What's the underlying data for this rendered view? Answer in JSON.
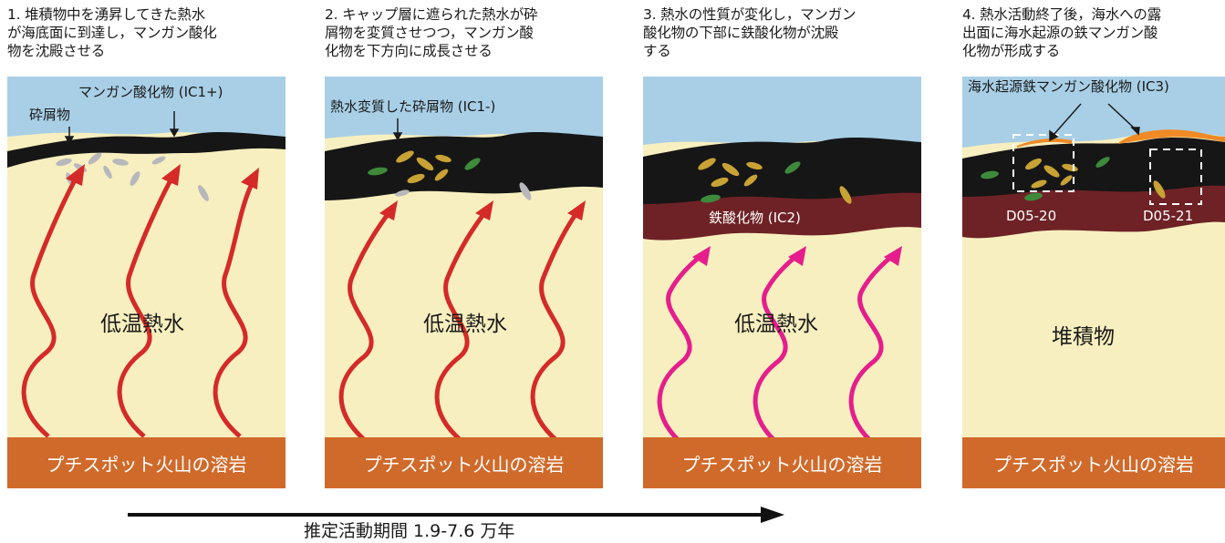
{
  "panels": [
    {
      "caption": "1. 堆積物中を湧昇してきた熱水\nが海底面に到達し，マンガン酸化\n物を沈殿させる",
      "labels": {
        "debris": "砕屑物",
        "mn_oxide": "マンガン酸化物 (IC1+)"
      },
      "center_text": "低温熱水",
      "lava": "プチスポット火山の溶岩"
    },
    {
      "caption": "2. キャップ層に遮られた熱水が砕\n屑物を変質させつつ，マンガン酸\n化物を下方向に成長させる",
      "labels": {
        "altered": "熱水変質した砕屑物 (IC1-)"
      },
      "center_text": "低温熱水",
      "lava": "プチスポット火山の溶岩"
    },
    {
      "caption": "3. 熱水の性質が変化し，マンガン\n酸化物の下部に鉄酸化物が沈殿\nする",
      "labels": {
        "fe_oxide": "鉄酸化物 (IC2)"
      },
      "center_text": "低温熱水",
      "lava": "プチスポット火山の溶岩"
    },
    {
      "caption": "4. 熱水活動終了後，海水への露\n出面に海水起源の鉄マンガン酸\n化物が形成する",
      "labels": {
        "seawater_feMn": "海水起源鉄マンガン酸化物 (IC3)",
        "d0520": "D05-20",
        "d0521": "D05-21"
      },
      "center_text": "堆積物",
      "lava": "プチスポット火山の溶岩"
    }
  ],
  "timeline": {
    "label": "推定活動期間 1.9-7.6 万年"
  },
  "colors": {
    "seawater": "#a8cfe6",
    "sediment": "#f7efbf",
    "mn_oxide": "#161616",
    "fe_oxide": "#6e2226",
    "lava": "#d06a2a",
    "fluid_red": "#d42a28",
    "fluid_pink": "#e61d8c",
    "ic3": "#ef8a26"
  }
}
